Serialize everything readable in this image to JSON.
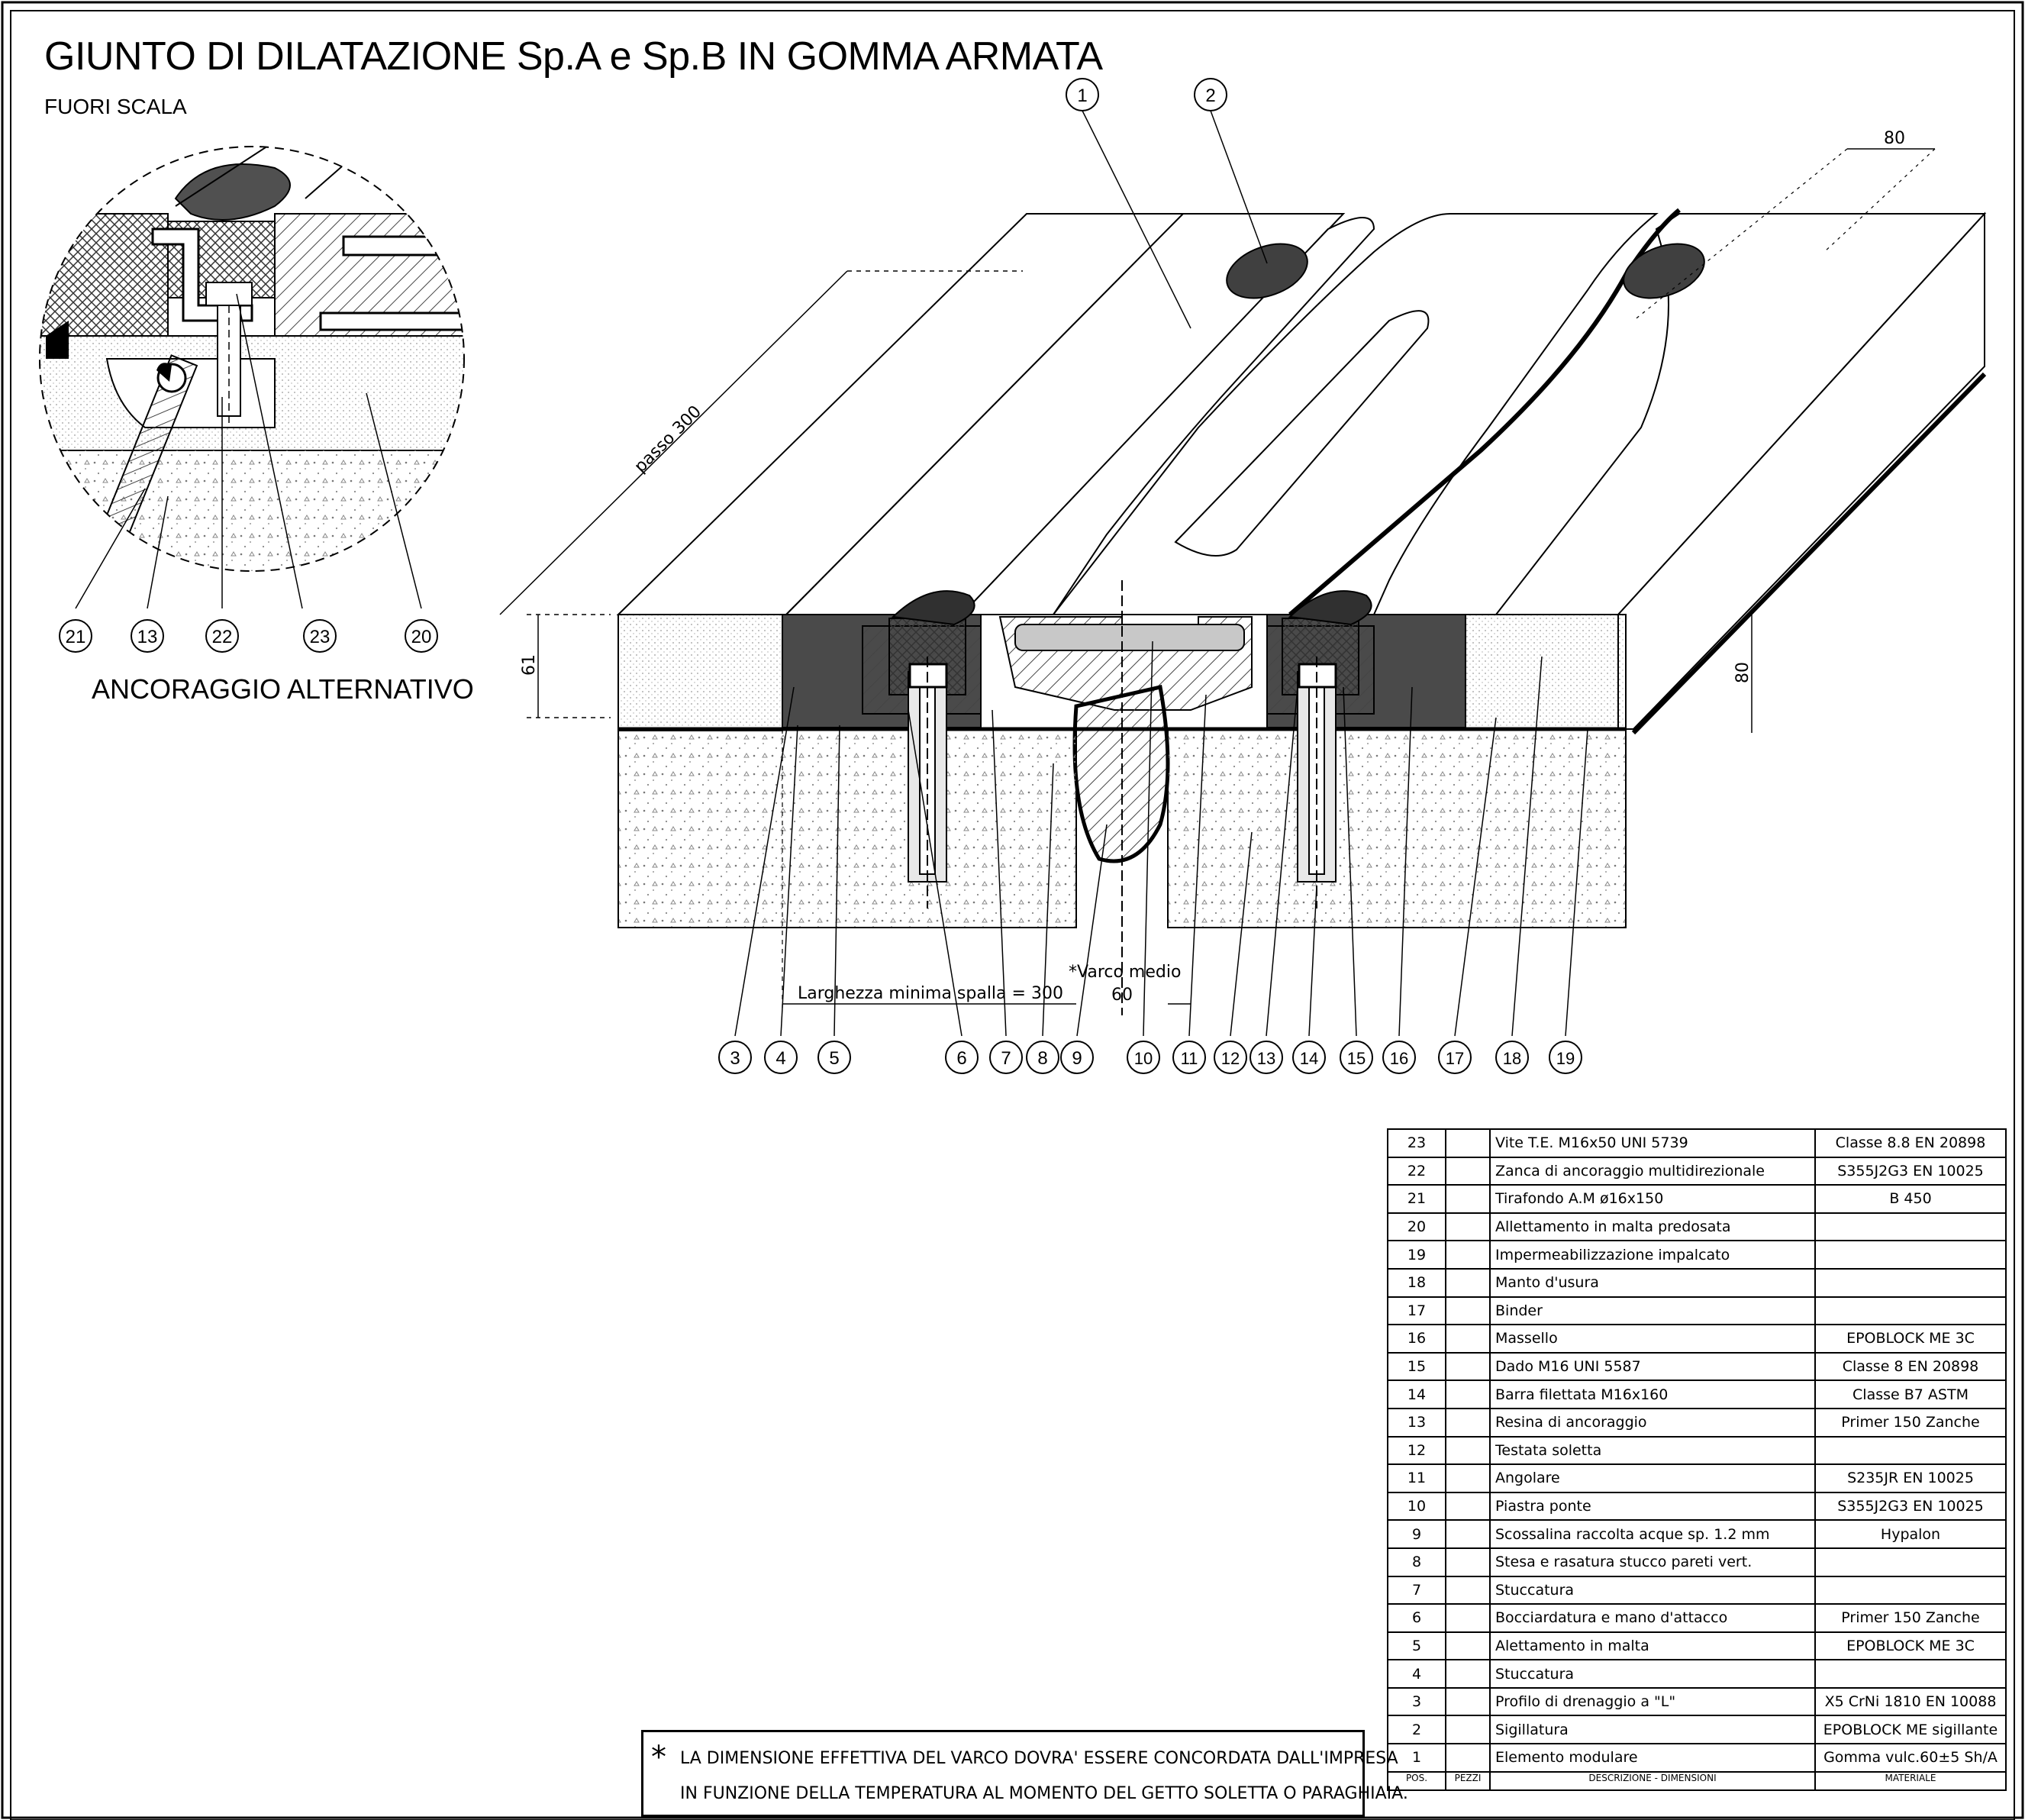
{
  "title": "GIUNTO DI DILATAZIONE Sp.A e Sp.B IN GOMMA ARMATA",
  "subtitle": "FUORI SCALA",
  "detail": {
    "label": "ANCORAGGIO ALTERNATIVO",
    "callouts": [
      "21",
      "13",
      "22",
      "23",
      "20"
    ]
  },
  "dimensions": {
    "passo": "passo 300",
    "top_80": "80",
    "left_61": "61",
    "right_80": "80",
    "larghezza": "Larghezza minima spalla = 300",
    "varco_line1": "*Varco medio",
    "varco_line2": "60"
  },
  "top_callouts": [
    "1",
    "2"
  ],
  "bottom_callouts": [
    "3",
    "4",
    "5",
    "6",
    "7",
    "8",
    "9",
    "10",
    "11",
    "12",
    "13",
    "14",
    "15",
    "16",
    "17",
    "18",
    "19"
  ],
  "note": {
    "star": "*",
    "line1": "LA DIMENSIONE EFFETTIVA DEL VARCO DOVRA' ESSERE CONCORDATA DALL'IMPRESA",
    "line2": "IN FUNZIONE DELLA TEMPERATURA AL MOMENTO DEL GETTO SOLETTA O PARAGHIAIA."
  },
  "bom": {
    "rows": [
      {
        "pos": "23",
        "desc": "Vite T.E. M16x50 UNI 5739",
        "mat": "Classe 8.8 EN 20898"
      },
      {
        "pos": "22",
        "desc": "Zanca di ancoraggio multidirezionale",
        "mat": "S355J2G3 EN 10025"
      },
      {
        "pos": "21",
        "desc": "Tirafondo A.M ø16x150",
        "mat": "B 450"
      },
      {
        "pos": "20",
        "desc": "Allettamento in malta predosata",
        "mat": ""
      },
      {
        "pos": "19",
        "desc": "Impermeabilizzazione impalcato",
        "mat": ""
      },
      {
        "pos": "18",
        "desc": "Manto d'usura",
        "mat": ""
      },
      {
        "pos": "17",
        "desc": "Binder",
        "mat": ""
      },
      {
        "pos": "16",
        "desc": "Massello",
        "mat": "EPOBLOCK ME 3C"
      },
      {
        "pos": "15",
        "desc": "Dado M16 UNI 5587",
        "mat": "Classe 8 EN 20898"
      },
      {
        "pos": "14",
        "desc": "Barra filettata M16x160",
        "mat": "Classe B7 ASTM"
      },
      {
        "pos": "13",
        "desc": "Resina di ancoraggio",
        "mat": "Primer 150 Zanche"
      },
      {
        "pos": "12",
        "desc": "Testata soletta",
        "mat": ""
      },
      {
        "pos": "11",
        "desc": "Angolare",
        "mat": "S235JR EN 10025"
      },
      {
        "pos": "10",
        "desc": "Piastra ponte",
        "mat": "S355J2G3 EN 10025"
      },
      {
        "pos": "9",
        "desc": "Scossalina raccolta acque sp. 1.2 mm",
        "mat": "Hypalon"
      },
      {
        "pos": "8",
        "desc": "Stesa e rasatura stucco pareti vert.",
        "mat": ""
      },
      {
        "pos": "7",
        "desc": "Stuccatura",
        "mat": ""
      },
      {
        "pos": "6",
        "desc": "Bocciardatura e mano d'attacco",
        "mat": "Primer 150 Zanche"
      },
      {
        "pos": "5",
        "desc": "Alettamento in malta",
        "mat": "EPOBLOCK ME 3C"
      },
      {
        "pos": "4",
        "desc": "Stuccatura",
        "mat": ""
      },
      {
        "pos": "3",
        "desc": "Profilo di drenaggio a \"L\"",
        "mat": "X5 CrNi 1810 EN 10088"
      },
      {
        "pos": "2",
        "desc": "Sigillatura",
        "mat": "EPOBLOCK ME sigillante"
      },
      {
        "pos": "1",
        "desc": "Elemento modulare",
        "mat": "Gomma vulc.60±5 Sh/A"
      }
    ],
    "header": {
      "pos": "POS.",
      "pz": "PEZZI",
      "desc": "DESCRIZIONE - DIMENSIONI",
      "mat": "MATERIALE"
    }
  },
  "colors": {
    "line": "#000000",
    "rubber": "#404040",
    "concrete_fill": "#f4f4f4",
    "hatch": "#555555"
  }
}
